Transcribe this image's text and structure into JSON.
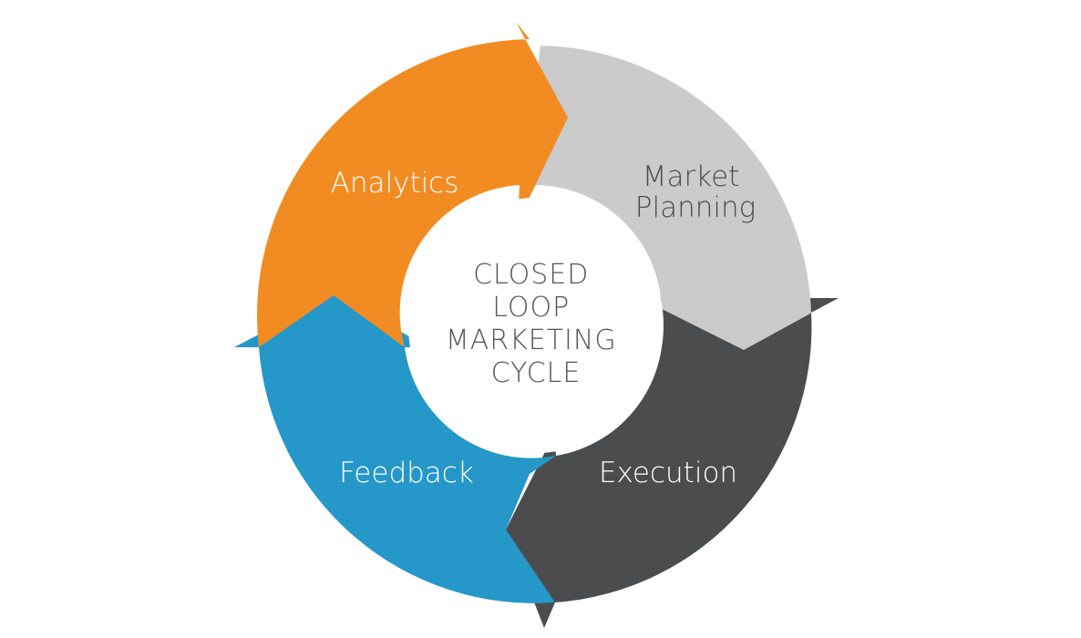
{
  "center": {
    "lines": [
      "CLOSED",
      "LOOP",
      "MARKETING",
      "CYCLE"
    ]
  },
  "segments": [
    {
      "id": "analytics",
      "lines": [
        "Analytics"
      ],
      "color": "#f28c22",
      "text_color": "#ffffff"
    },
    {
      "id": "market-planning",
      "lines": [
        "Market",
        "Planning"
      ],
      "color": "#cbcbcb",
      "text_color": "#4d4d4d"
    },
    {
      "id": "execution",
      "lines": [
        "Execution"
      ],
      "color": "#4b4c4e",
      "text_color": "#ffffff"
    },
    {
      "id": "feedback",
      "lines": [
        "Feedback"
      ],
      "color": "#2597c9",
      "text_color": "#ffffff"
    }
  ],
  "center_text_color": "#555555"
}
